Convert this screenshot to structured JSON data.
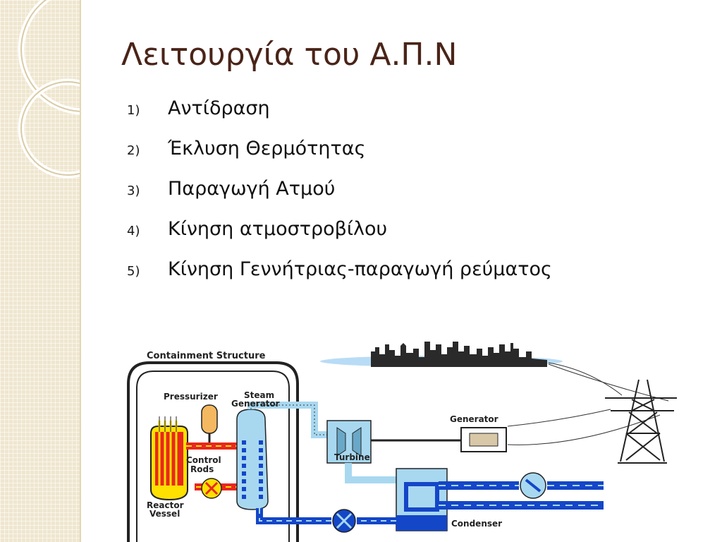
{
  "slide": {
    "title": "Λειτουργία του Α.Π.Ν",
    "steps": [
      {
        "num": "1)",
        "text": "Αντίδραση"
      },
      {
        "num": "2)",
        "text": "Έκλυση Θερμότητας"
      },
      {
        "num": "3)",
        "text": "Παραγωγή Ατμού"
      },
      {
        "num": "4)",
        "text": "Κίνηση ατμοστροβίλου"
      },
      {
        "num": "5)",
        "text": "Κίνηση Γεννήτριας-παραγωγή ρεύματος"
      }
    ]
  },
  "diagram": {
    "labels": {
      "containment": "Containment Structure",
      "pressurizer": "Pressurizer",
      "steam": "Steam",
      "generator_sg": "Generator",
      "control": "Control",
      "rods": "Rods",
      "reactor": "Reactor",
      "vessel": "Vessel",
      "turbine": "Turbine",
      "generator": "Generator",
      "condenser": "Condenser"
    }
  },
  "colors": {
    "title": "#4a2418",
    "sidebar": "#efe6cf",
    "hot_loop": "#e8281e",
    "cool_loop": "#1446c8",
    "steam": "#a8d8f0",
    "reactor_core": "#ffe000"
  }
}
